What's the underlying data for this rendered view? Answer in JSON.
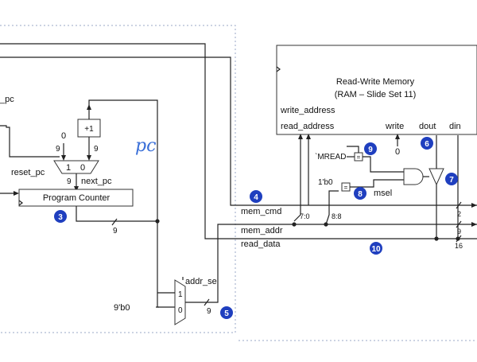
{
  "labels": {
    "pc_top": "_pc",
    "const_zero": "0",
    "plus_one": "+1",
    "w9_a": "9",
    "w9_b": "9",
    "mux_in1": "1",
    "mux_in0": "0",
    "reset_pc": "reset_pc",
    "w9_next": "9",
    "next_pc": "next_pc",
    "program_counter": "Program Counter",
    "w9_pcout": "9",
    "addr_sel": "addr_sel",
    "mux2_in1": "1",
    "mux2_in0": "0",
    "const_9b0": "9'b0",
    "w9_mux2": "9",
    "handwritten_pc": "pc",
    "ram_title_1": "Read-Write Memory",
    "ram_title_2": "(RAM – Slide Set 11)",
    "write_address": "write_address",
    "read_address": "read_address",
    "write": "write",
    "dout": "dout",
    "din": "din",
    "write_zero": "0",
    "mread": "`MREAD",
    "eq_sym": "=",
    "one_b0": "1'b0",
    "msel": "msel",
    "mem_cmd": "mem_cmd",
    "mem_addr": "mem_addr",
    "read_data": "read_data",
    "bits_7_0": "7:0",
    "bits_8_8": "8:8",
    "w2": "2",
    "w9_bus": "9",
    "w16": "16"
  },
  "badges": {
    "b3": "3",
    "b4": "4",
    "b5": "5",
    "b6": "6",
    "b7": "7",
    "b8": "8",
    "b9": "9",
    "b10": "10"
  },
  "colors": {
    "badge": "#1f3fbf",
    "handwriting": "#3a6fd8",
    "dashed_border": "#9aa7c7"
  }
}
